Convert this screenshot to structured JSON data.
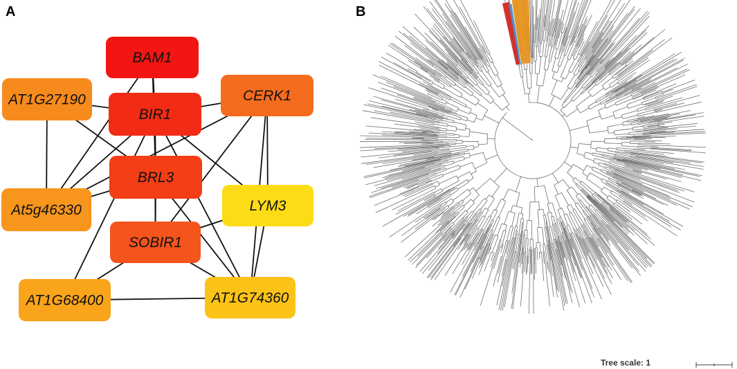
{
  "panels": {
    "a": "A",
    "b": "B"
  },
  "network": {
    "nodes": [
      {
        "id": "BAM1",
        "label": "BAM1",
        "color": "#f21612"
      },
      {
        "id": "AT1G27190",
        "label": "AT1G27190",
        "color": "#f78a1c"
      },
      {
        "id": "CERK1",
        "label": "CERK1",
        "color": "#f56c1e"
      },
      {
        "id": "BIR1",
        "label": "BIR1",
        "color": "#f22b14"
      },
      {
        "id": "BRL3",
        "label": "BRL3",
        "color": "#f33e16"
      },
      {
        "id": "At5g46330",
        "label": "At5g46330",
        "color": "#f7951c"
      },
      {
        "id": "LYM3",
        "label": "LYM3",
        "color": "#fcdc16"
      },
      {
        "id": "SOBIR1",
        "label": "SOBIR1",
        "color": "#f5541c"
      },
      {
        "id": "AT1G68400",
        "label": "AT1G68400",
        "color": "#f9a41a"
      },
      {
        "id": "AT1G74360",
        "label": "AT1G74360",
        "color": "#fbc318"
      }
    ],
    "edges": [
      [
        "BAM1",
        "BIR1"
      ],
      [
        "BAM1",
        "BRL3"
      ],
      [
        "BAM1",
        "At5g46330"
      ],
      [
        "AT1G27190",
        "BIR1"
      ],
      [
        "AT1G27190",
        "At5g46330"
      ],
      [
        "AT1G27190",
        "BRL3"
      ],
      [
        "CERK1",
        "BIR1"
      ],
      [
        "CERK1",
        "At5g46330"
      ],
      [
        "CERK1",
        "SOBIR1"
      ],
      [
        "CERK1",
        "LYM3"
      ],
      [
        "CERK1",
        "AT1G74360"
      ],
      [
        "BIR1",
        "BRL3"
      ],
      [
        "BIR1",
        "LYM3"
      ],
      [
        "BIR1",
        "At5g46330"
      ],
      [
        "BIR1",
        "AT1G68400"
      ],
      [
        "BIR1",
        "SOBIR1"
      ],
      [
        "BIR1",
        "AT1G74360"
      ],
      [
        "BRL3",
        "SOBIR1"
      ],
      [
        "BRL3",
        "At5g46330"
      ],
      [
        "BRL3",
        "AT1G74360"
      ],
      [
        "LYM3",
        "SOBIR1"
      ],
      [
        "LYM3",
        "AT1G74360"
      ],
      [
        "SOBIR1",
        "AT1G68400"
      ],
      [
        "SOBIR1",
        "AT1G74360"
      ],
      [
        "AT1G68400",
        "AT1G74360"
      ]
    ],
    "edge_color": "#111111"
  },
  "tree": {
    "scale_label": "Tree scale: 1",
    "highlight_colors": [
      "#e8941f",
      "#d02a25",
      "#4a8fcf"
    ],
    "branch_color": "#6e6e6e"
  }
}
